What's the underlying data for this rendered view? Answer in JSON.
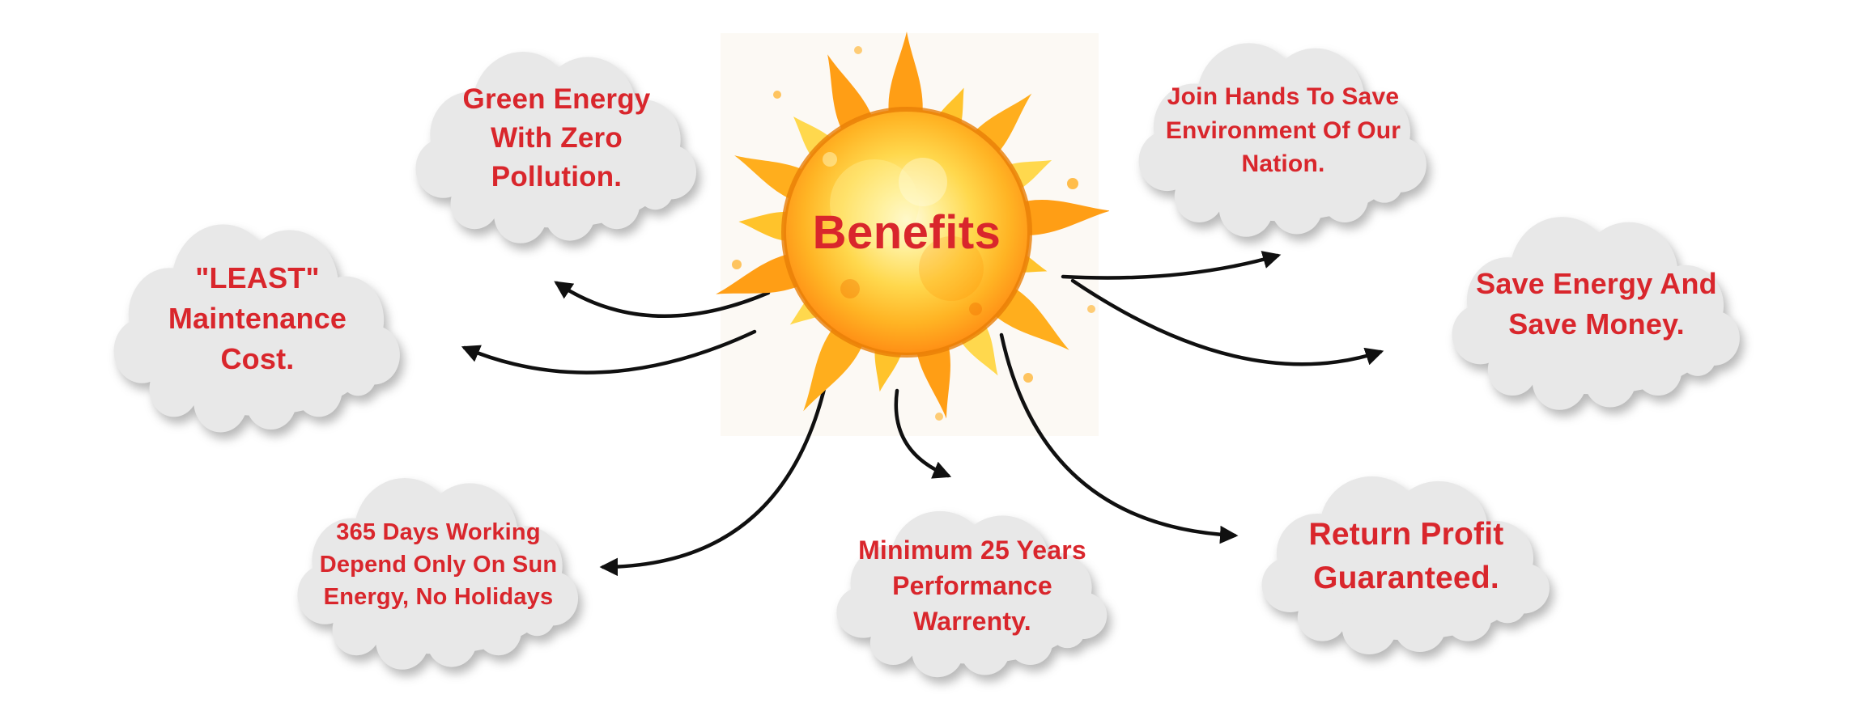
{
  "title": "Benefits",
  "colors": {
    "text-red": "#d9262c",
    "cloud-fill": "#e8e8e8",
    "arrow": "#101010",
    "sun-outer": "#ff9e15",
    "sun-mid": "#ffc32b",
    "sun-core": "#ffd84d"
  },
  "clouds": [
    {
      "name": "green-energy",
      "lines": [
        "Green Energy",
        "With Zero",
        "Pollution."
      ]
    },
    {
      "name": "least-maintenance",
      "lines": [
        "\"LEAST\"",
        "Maintenance",
        "Cost."
      ]
    },
    {
      "name": "365-days",
      "lines": [
        "365 Days Working",
        "Depend Only On Sun",
        "Energy, No Holidays"
      ]
    },
    {
      "name": "warranty",
      "lines": [
        "Minimum 25 Years",
        "Performance",
        "Warrenty."
      ]
    },
    {
      "name": "return-profit",
      "lines": [
        "Return Profit",
        "Guaranteed."
      ]
    },
    {
      "name": "save-energy",
      "lines": [
        "Save Energy And",
        "Save Money."
      ]
    },
    {
      "name": "join-hands",
      "lines": [
        "Join Hands To Save",
        "Environment Of Our",
        "Nation."
      ]
    }
  ]
}
